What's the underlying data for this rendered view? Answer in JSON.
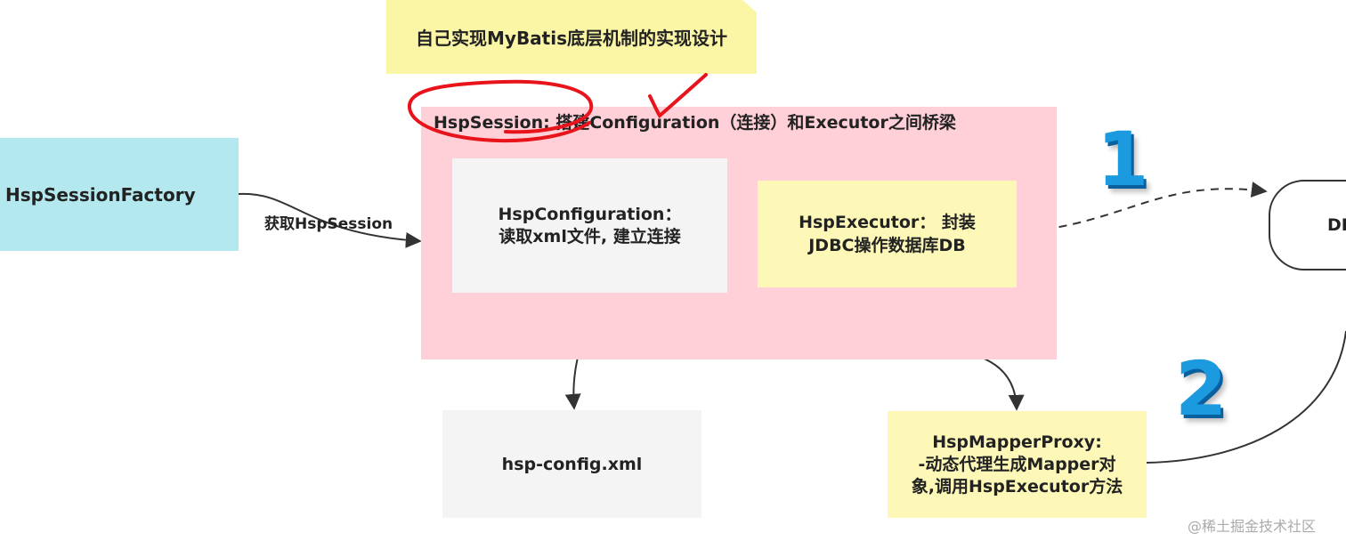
{
  "note": {
    "text": "自己实现MyBatis底层机制的实现设计"
  },
  "session": {
    "title": "HspSession: 搭建Configuration（连接）和Executor之间桥梁"
  },
  "factory": {
    "label": "HspSessionFactory"
  },
  "edge_factory_to_session": {
    "label": "获取HspSession"
  },
  "configuration": {
    "line1": "HspConfiguration：",
    "line2": "读取xml文件, 建立连接"
  },
  "executor": {
    "line1": "HspExecutor： 封装",
    "line2": "JDBC操作数据库DB"
  },
  "config_xml": {
    "label": "hsp-config.xml"
  },
  "mapper_proxy": {
    "line1": "HspMapperProxy:",
    "line2": "-动态代理生成Mapper对",
    "line3": "象,调用HspExecutor方法"
  },
  "db": {
    "label": "DB"
  },
  "markers": {
    "one": "1",
    "two": "2"
  },
  "watermark": "@稀土掘金技术社区",
  "colors": {
    "note_bg": "#fbf6a6",
    "session_bg": "#ffd0d8",
    "factory_bg": "#b2e8ee",
    "config_bg": "#f4f4f4",
    "executor_bg": "#fdf8b8",
    "marker_blue": "#1b9ae0",
    "annotation_red": "#e8141c"
  }
}
